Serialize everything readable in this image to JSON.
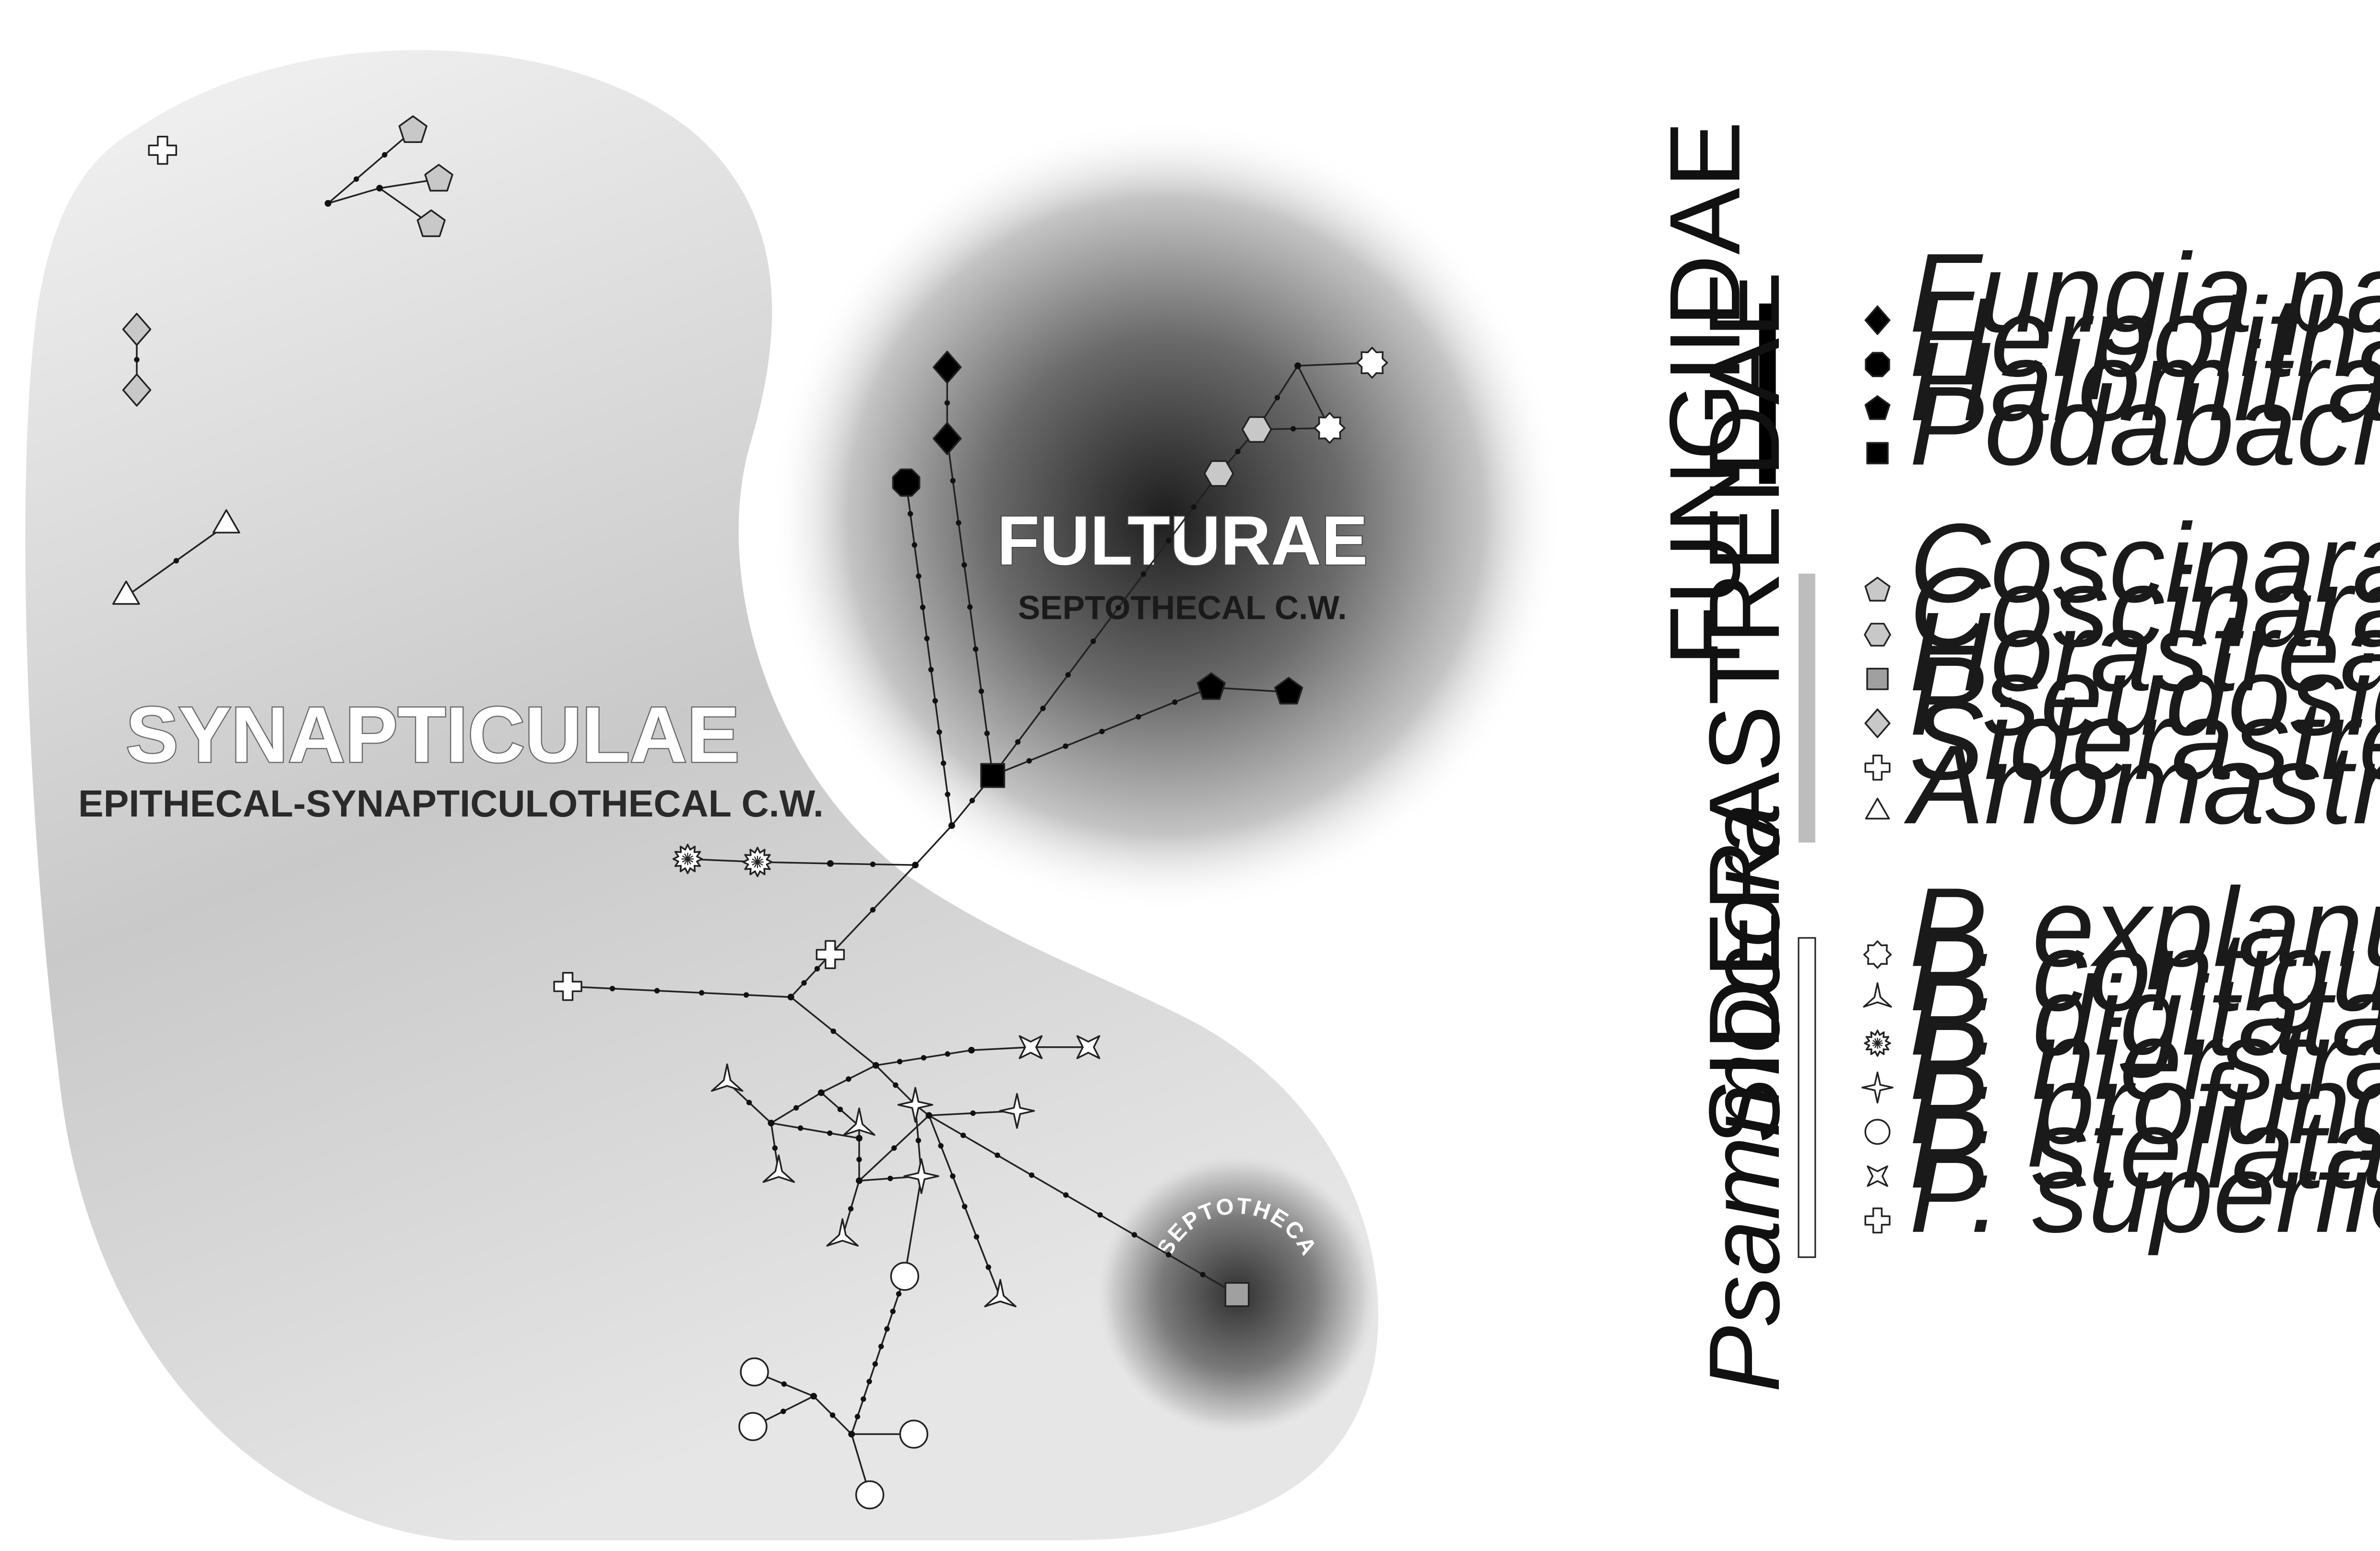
{
  "regions": {
    "synapticulae": {
      "title": "SYNAPTICULAE",
      "subtitle": "EPITHECAL-SYNAPTICULOTHECAL C.W."
    },
    "fulturae": {
      "title": "FULTURAE",
      "subtitle": "SEPTOTHECAL C.W."
    },
    "septotheca": {
      "label": "SEPTOTHECA"
    }
  },
  "legend": {
    "groups": [
      {
        "name": "FUNGIIDAE",
        "bar_color": "#000000",
        "italic": false,
        "items": [
          {
            "symbol": "diamond",
            "fill": "#000000",
            "label": "Fungia paumotensis"
          },
          {
            "symbol": "octagon",
            "fill": "#000000",
            "label": "Herpolitha limax"
          },
          {
            "symbol": "pentagon",
            "fill": "#000000",
            "label": "Halomitra pileus"
          },
          {
            "symbol": "square",
            "fill": "#000000",
            "label": "Podabacia crustacea"
          }
        ]
      },
      {
        "name": "SIDERASTREIDAE",
        "bar_color": "#bdbdbd",
        "italic": false,
        "items": [
          {
            "symbol": "pentagon",
            "fill": "#c8c8c8",
            "label": "Coscinaraea columna"
          },
          {
            "symbol": "hexagon",
            "fill": "#c8c8c8",
            "label": "Coscinaraea wellsi"
          },
          {
            "symbol": "square",
            "fill": "#a0a0a0",
            "label": "Horastrea indica"
          },
          {
            "symbol": "diamond",
            "fill": "#c8c8c8",
            "label": "Pseudosiderastrea tayamai"
          },
          {
            "symbol": "cross",
            "fill": "#ffffff",
            "label": "Siderastrea savignyana"
          },
          {
            "symbol": "triangle",
            "fill": "#ffffff",
            "label": "Anomastrea irregularis"
          }
        ]
      },
      {
        "name": "Psammocora",
        "bar_color": "#ffffff",
        "italic": true,
        "items": [
          {
            "symbol": "star8",
            "fill": "#ffffff",
            "label": "P. explanulata"
          },
          {
            "symbol": "tristar",
            "fill": "#ffffff",
            "label": "P. contigua"
          },
          {
            "symbol": "gear",
            "fill": "#ffffff",
            "label": "P. digitata"
          },
          {
            "symbol": "star4",
            "fill": "#ffffff",
            "label": "P. nierstraszi"
          },
          {
            "symbol": "circle",
            "fill": "#ffffff",
            "label": "P. profundacella"
          },
          {
            "symbol": "xstar",
            "fill": "#ffffff",
            "label": "P. stellata"
          },
          {
            "symbol": "cross",
            "fill": "#ffffff",
            "label": "P. superficialis"
          }
        ]
      }
    ]
  }
}
